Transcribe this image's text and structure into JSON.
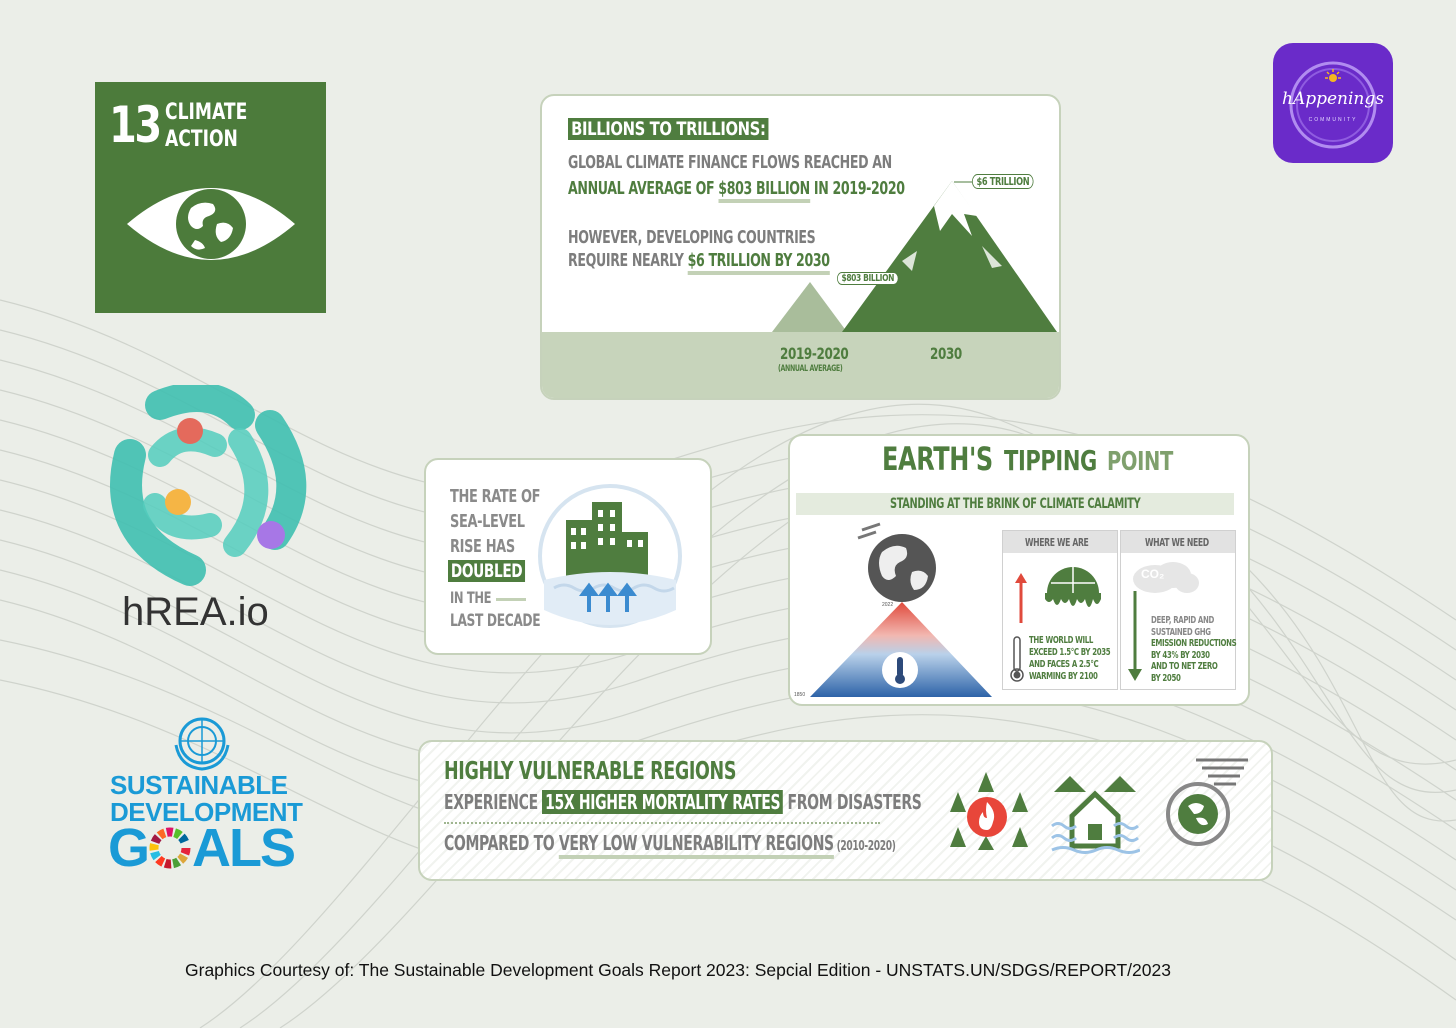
{
  "colors": {
    "sdg13_green": "#4c7b3b",
    "card_green": "#4f7d3f",
    "hrea_teal": "#3fbfb0",
    "happenings_purple": "#6a2bc9",
    "un_blue": "#1a9ad6"
  },
  "sdg13": {
    "number": "13",
    "line1": "CLIMATE",
    "line2": "ACTION"
  },
  "happenings": {
    "name": "hAppenings",
    "sub": "COMMUNITY"
  },
  "hrea": {
    "name": "hREA.io"
  },
  "sdg_logo": {
    "line1": "SUSTAINABLE",
    "line2": "DEVELOPMENT",
    "line3_a": "G",
    "line3_b": "ALS"
  },
  "finance": {
    "title": "BILLIONS TO TRILLIONS:",
    "line1": "GLOBAL CLIMATE FINANCE FLOWS REACHED AN",
    "line2_a": "ANNUAL AVERAGE OF ",
    "line2_b": "$803 BILLION",
    "line2_c": " IN 2019-2020",
    "line3": "HOWEVER, DEVELOPING COUNTRIES",
    "line4_a": "REQUIRE NEARLY ",
    "line4_b": "$6 TRILLION BY 2030",
    "tag_small": "$803 BILLION",
    "tag_big": "$6 TRILLION",
    "year1": "2019-2020",
    "year1_sub": "(ANNUAL AVERAGE)",
    "year2": "2030"
  },
  "sealevel": {
    "l1": "THE RATE OF",
    "l2": "SEA-LEVEL",
    "l3": "RISE HAS",
    "l4": "DOUBLED",
    "l5": "IN THE",
    "l6": "LAST DECADE"
  },
  "tipping": {
    "t1": "EARTH'S",
    "t2": "TIPPING",
    "t3": "POINT",
    "subtitle": "STANDING AT THE BRINK OF CLIMATE CALAMITY",
    "where_head": "WHERE WE ARE",
    "need_head": "WHAT WE NEED",
    "where_lines": [
      "THE WORLD WILL",
      "EXCEED 1.5°C BY 2035",
      "AND FACES A 2.5°C",
      "WARMING BY 2100"
    ],
    "need_lines": [
      "DEEP, RAPID AND",
      "SUSTAINED GHG",
      "EMISSION REDUCTIONS",
      "BY 43% BY 2030",
      "AND TO NET ZERO",
      "BY 2050"
    ],
    "co2": "CO₂",
    "year_top": "2022",
    "year_bottom": "1850"
  },
  "vulnerable": {
    "title": "HIGHLY VULNERABLE REGIONS",
    "l1_a": "EXPERIENCE ",
    "l1_b": "15X HIGHER MORTALITY RATES",
    "l1_c": " FROM DISASTERS",
    "l2_a": "COMPARED TO ",
    "l2_b": "VERY LOW VULNERABILITY REGIONS",
    "l2_c": " (2010-2020)"
  },
  "footer": "Graphics Courtesy of: The Sustainable Development Goals Report 2023: Sepcial Edition - UNSTATS.UN/SDGS/REPORT/2023"
}
